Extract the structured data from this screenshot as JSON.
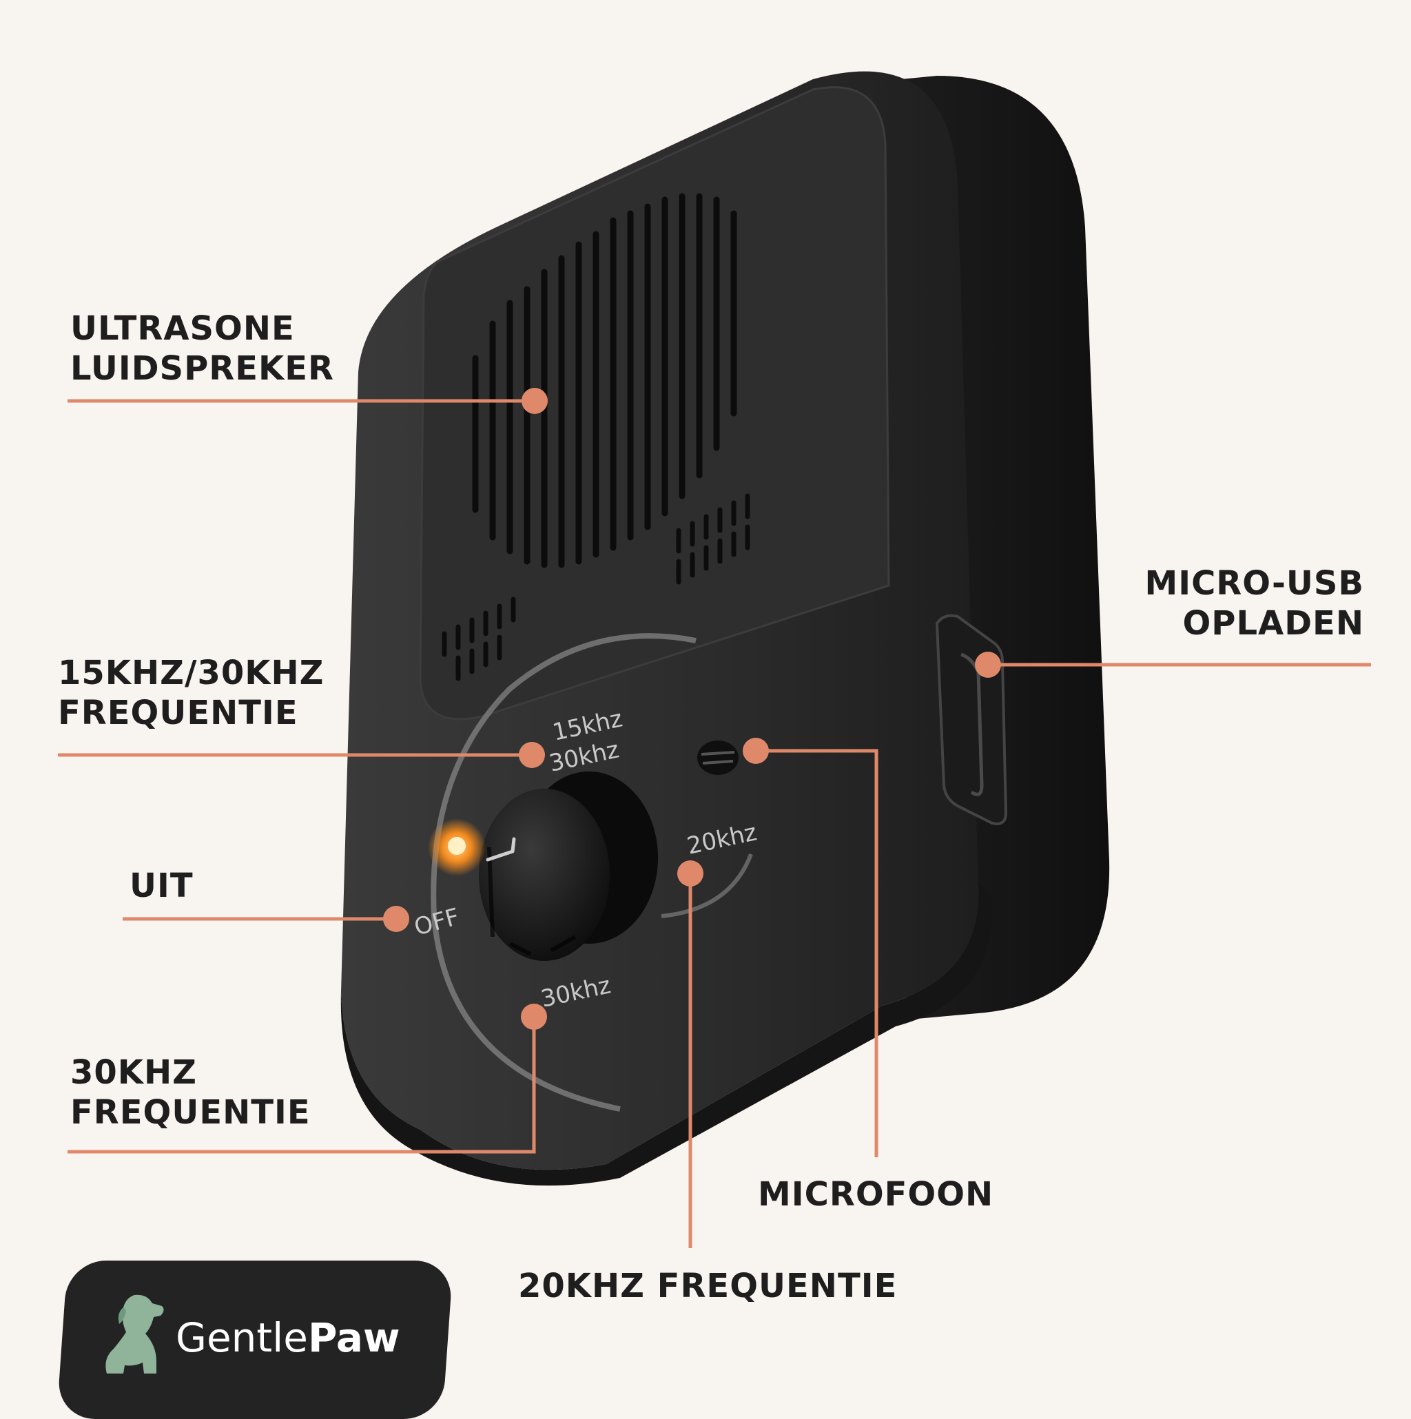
{
  "labels": {
    "speaker": [
      "ULTRASONE",
      "LUIDSPREKER"
    ],
    "freq_15_30": [
      "15KHZ/30KHZ",
      "FREQUENTIE"
    ],
    "off": [
      "UIT"
    ],
    "freq_30": [
      "30KHZ",
      "FREQUENTIE"
    ],
    "usb": [
      "MICRO-USB",
      "OPLADEN"
    ],
    "mic": [
      "MICROFOON"
    ],
    "freq_20": [
      "20KHZ FREQUENTIE"
    ]
  },
  "device": {
    "dial_15": "15khz",
    "dial_30a": "30khz",
    "dial_20": "20khz",
    "dial_off": "OFF",
    "dial_30b": "30khz"
  },
  "brand": {
    "name_light": "Gentle",
    "name_bold": "Paw",
    "icon": "dog-icon"
  },
  "colors": {
    "accent": "#e0896a",
    "background": "#f8f5f0",
    "device": "#2a2a2a",
    "logo_bg": "#232323",
    "dog": "#8fb49a"
  }
}
